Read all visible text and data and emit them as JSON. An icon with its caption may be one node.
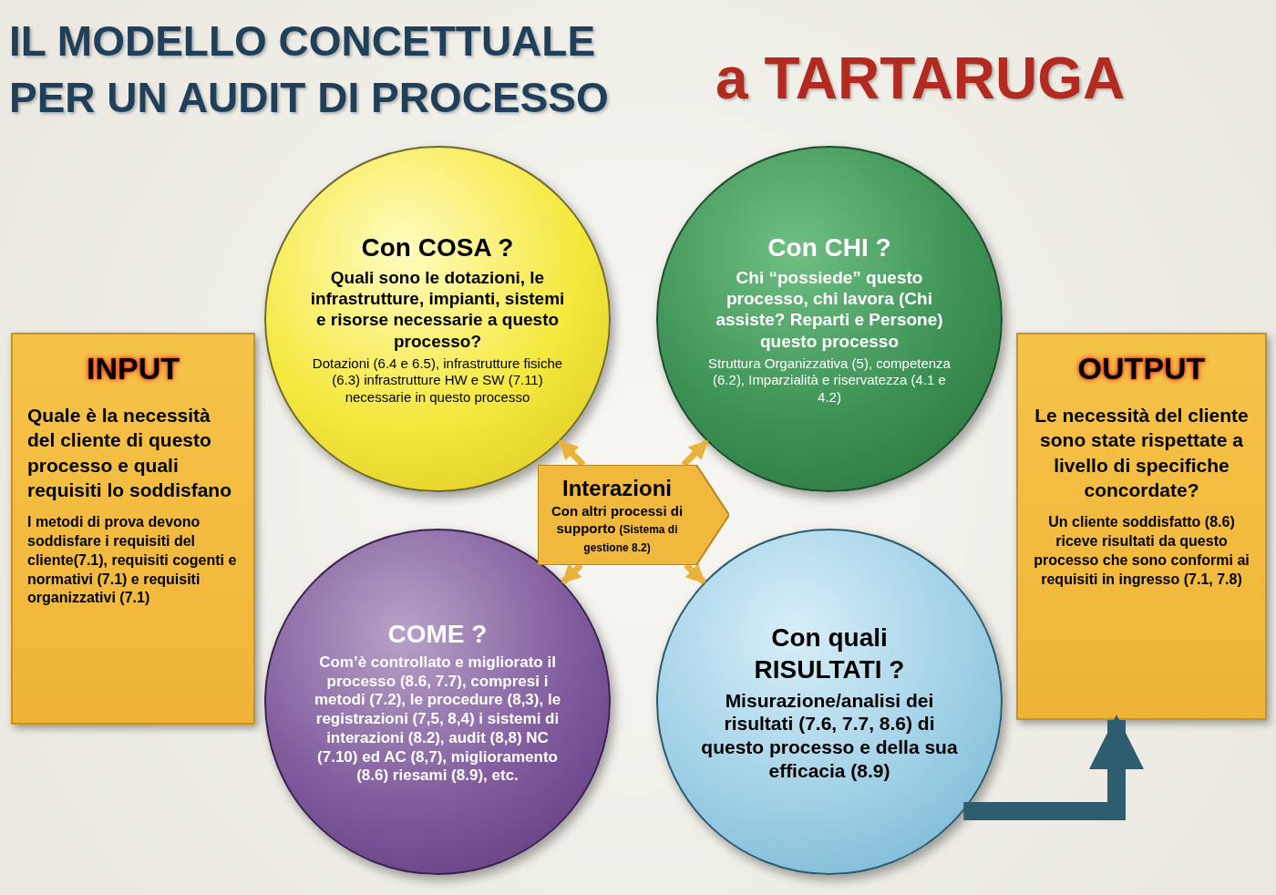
{
  "diagram": {
    "title": "IL MODELLO CONCETTUALE PER UN AUDIT DI PROCESSO",
    "nodes": [
      {
        "text": [
          "INPUT",
          "Quale è la necessità del cliente di questo processo e quali requisiti lo soddisfano",
          "I metodi di prova devono soddisfare i requisiti del cliente(7.1), requisiti cogenti e normativi (7.1) e requisiti organizzativi (7.1)"
        ]
      },
      {
        "text": [
          "Con COSA ?",
          "Quali sono le dotazioni, le infrastrutture, impianti, sistemi e risorse necessarie a questo processo?",
          "Dotazioni (6.4 e 6.5), infrastrutture fisiche (6.3) infrastrutture HW e SW (7.11) necessarie in questo processo"
        ]
      },
      {
        "text": [
          "Con CHI ?",
          "Chi “possiede” questo processo, chi lavora (Chi assiste? Reparti e Persone) questo processo",
          "Struttura Organizzativa (5), competenza (6.2), Imparzialità e riservatezza (4.1 e 4.2)"
        ]
      },
      {
        "text": [
          "Interazioni",
          "Con altri processi di supporto",
          "(Sistema di gestione 8.2)"
        ]
      },
      {
        "text": [
          "COME ?",
          "Com’è controllato e migliorato il processo (8.6, 7.7), compresi i metodi (7.2), le procedure (8,3), le registrazioni (7,5, 8,4) i sistemi di interazioni (8.2), audit (8,8) NC (7.10) ed AC (8,7), miglioramento (8.6) riesami (8.9), etc."
        ]
      },
      {
        "text": [
          "Con quali RISULTATI ?",
          "Misurazione/analisi dei risultati (7.6, 7.7, 8.6) di questo processo e della sua efficacia (8.9)"
        ]
      },
      {
        "text": [
          "OUTPUT",
          "Le necessità del cliente sono state rispettate a livello di specifiche concordate?",
          "Un cliente soddisfatto (8.6) riceve risultati da questo processo che sono conformi ai requisiti in ingresso (7.1, 7.8)"
        ]
      }
    ],
    "edges": [
      {
        "from": 3,
        "to": 1,
        "arrow": "to"
      },
      {
        "from": 3,
        "to": 2,
        "arrow": "to"
      },
      {
        "from": 3,
        "to": 4,
        "arrow": "to"
      },
      {
        "from": 3,
        "to": 5,
        "arrow": "to"
      },
      {
        "from": 5,
        "to": 6,
        "arrow": "to",
        "style": "thick",
        "color": "#2e5d70"
      }
    ],
    "labels": [
      "a TARTARUGA"
    ]
  }
}
